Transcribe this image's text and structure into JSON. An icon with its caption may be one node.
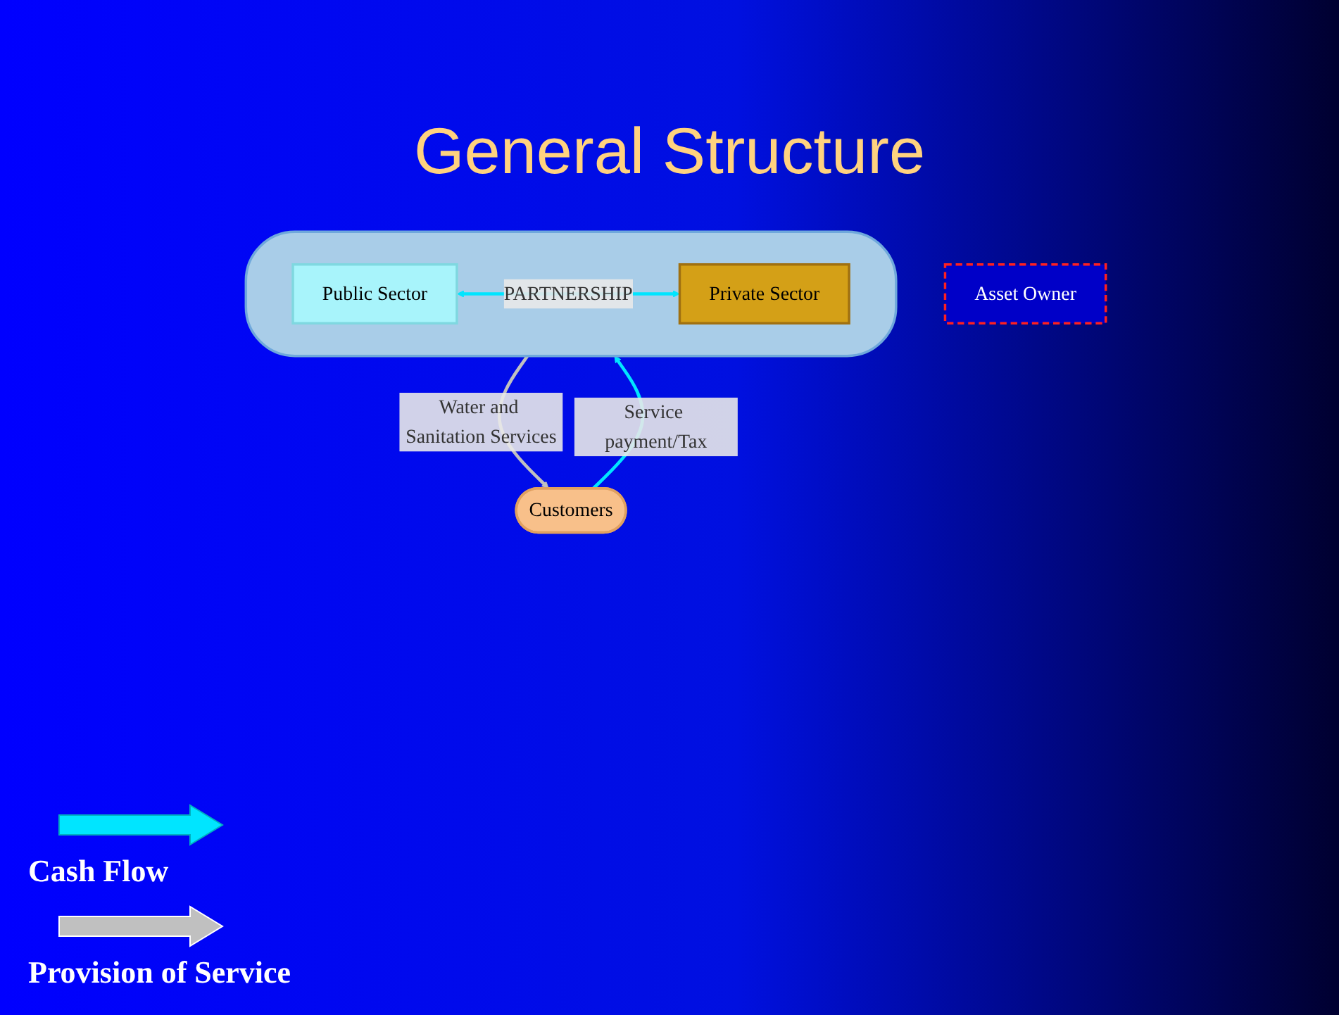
{
  "diagram": {
    "title": "General Structure",
    "nodes": [
      {
        "text": [],
        "shape": "drop"
      },
      {
        "text": [
          "Public Sector"
        ],
        "in": 0
      },
      {
        "text": [
          "Private Sector"
        ],
        "in": 0
      },
      {
        "text": [
          "Customers"
        ]
      },
      {
        "text": [
          "Asset Owner"
        ]
      }
    ],
    "edges": [
      {
        "from": 1,
        "to": 2,
        "arrow": "both",
        "label": "PARTNERSHIP"
      },
      {
        "from": 3,
        "to": 0,
        "arrow": "to",
        "label": "Service payment/Tax"
      },
      {
        "from": 0,
        "to": 3,
        "arrow": "to",
        "label": "Water and Sanitation Services",
        "color": "#c0c0c0"
      }
    ],
    "legend": [
      {
        "text": "Cash Flow"
      },
      {
        "text": "Provision of Service"
      }
    ]
  }
}
